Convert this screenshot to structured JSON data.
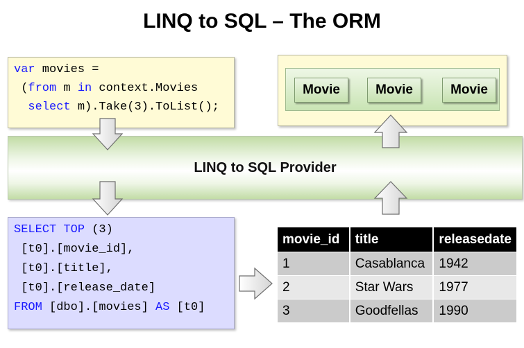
{
  "title": "LINQ to SQL – The ORM",
  "linq_query": {
    "line1": {
      "kw": "var",
      "rest": " movies ="
    },
    "line2": {
      "pre": " (",
      "kw1": "from",
      "mid": " m ",
      "kw2": "in",
      "rest": " context.Movies"
    },
    "line3": {
      "pre": "  ",
      "kw": "select",
      "rest": " m).Take(3).ToList();"
    }
  },
  "entities": [
    "Movie",
    "Movie",
    "Movie"
  ],
  "provider_label": "LINQ to SQL Provider",
  "sql_query": {
    "line1": {
      "kw": "SELECT TOP",
      "rest": " (3)"
    },
    "line2": " [t0].[movie_id],",
    "line3": " [t0].[title],",
    "line4": " [t0].[release_date]",
    "line5": {
      "kw1": "FROM",
      "mid": " [dbo].[movies] ",
      "kw2": "AS",
      "rest": " [t0]"
    }
  },
  "result_table": {
    "columns": [
      "movie_id",
      "title",
      "releasedate"
    ],
    "rows": [
      [
        "1",
        "Casablanca",
        "1942"
      ],
      [
        "2",
        "Star Wars",
        "1977"
      ],
      [
        "3",
        "Goodfellas",
        "1990"
      ]
    ]
  },
  "colors": {
    "query_box": "#fffbd6",
    "sql_box": "#dcdcff",
    "provider_band": "#c2dca6",
    "arrow_fill": "#e6e6e6",
    "keyword": "#1a1aff"
  }
}
